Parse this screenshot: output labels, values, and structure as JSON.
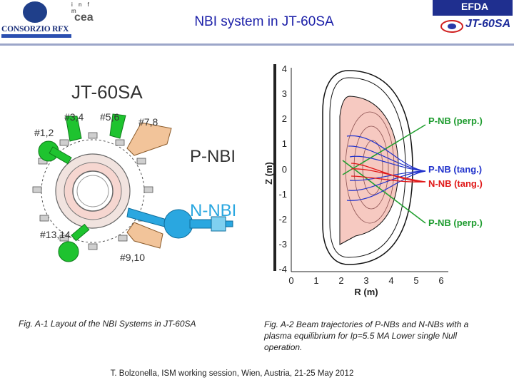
{
  "header": {
    "title": "NBI system in JT-60SA",
    "logo_left": "CONSORZIO RFX",
    "logo_infm": "i n f m",
    "logo_cea": "cea",
    "logo_efda": "EFDA",
    "logo_jt60": "JT-60SA"
  },
  "figure1": {
    "title": "JT-60SA",
    "p_nbi_label": "P-NBI",
    "n_nbi_label": "N-NBI",
    "port_labels": [
      "#1,2",
      "#3,4",
      "#5,6",
      "#7,8",
      "#13,14",
      "#9,10"
    ],
    "caption": "Fig. A-1 Layout of the NBI Systems in JT-60SA"
  },
  "figure2": {
    "xlabel": "R (m)",
    "ylabel": "Z (m)",
    "x_ticks": [
      "0",
      "1",
      "2",
      "3",
      "4",
      "5",
      "6"
    ],
    "y_ticks": [
      "4",
      "3",
      "2",
      "1",
      "0",
      "-1",
      "-2",
      "-3",
      "-4"
    ],
    "labels": [
      "P-NB (perp.)",
      "P-NB (tang.)",
      "N-NB (tang.)",
      "P-NB (perp.)"
    ],
    "caption": "Fig. A-2 Beam trajectories of P-NBs and N-NBs with a plasma equilibrium for Ip=5.5 MA Lower single Null operation."
  },
  "footer": "T. Bolzonella, ISM working session, Wien, Austria, 21-25 May 2012",
  "colors": {
    "title": "#1b1fa8",
    "pnb": "#1e9c2f",
    "nnb": "#2aa7e0",
    "tang_red": "#e01818",
    "plasma": "#f6c9c1"
  }
}
